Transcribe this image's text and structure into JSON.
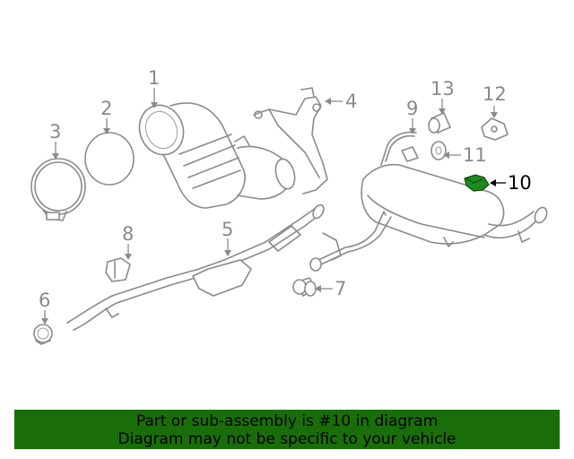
{
  "callouts": [
    "1",
    "2",
    "3",
    "4",
    "5",
    "6",
    "7",
    "8",
    "9",
    "10",
    "11",
    "12",
    "13"
  ],
  "highlighted_part": "10",
  "colors": {
    "banner_background": "#1a6e0a",
    "highlight": "#1f8a1f",
    "line_art": "#8a8a8a"
  },
  "banner": {
    "line1": "Part or sub-assembly is #10 in diagram",
    "line2": "Diagram may not be specific to your vehicle"
  }
}
